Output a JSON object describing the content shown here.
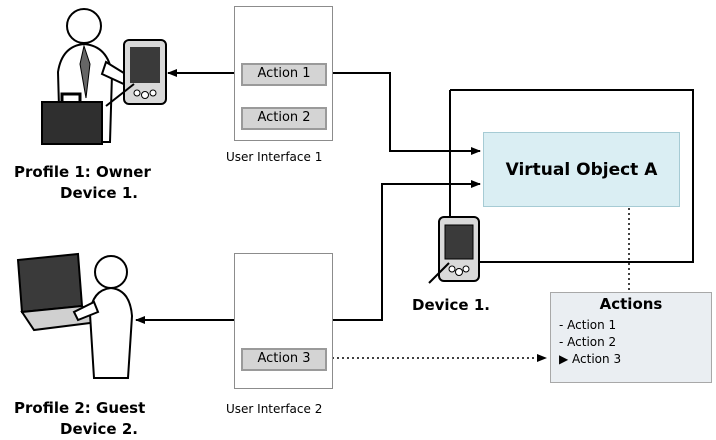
{
  "interface1": {
    "caption": "User Interface 1",
    "action1": "Action 1",
    "action2": "Action 2"
  },
  "interface2": {
    "caption": "User Interface 2",
    "action3": "Action 3"
  },
  "virtual_object": {
    "label": "Virtual Object A"
  },
  "actions_box": {
    "title": "Actions",
    "items": [
      "- Action 1",
      "- Action 2",
      "▶ Action 3"
    ]
  },
  "device1_label": "Device 1.",
  "profile1": {
    "line1": "Profile 1: Owner",
    "line2": "Device 1."
  },
  "profile2": {
    "line1": "Profile 2: Guest",
    "line2": "Device 2."
  },
  "colors": {
    "virtual_object_fill": "#daeef3",
    "actions_fill": "#eaeef2",
    "button_fill": "#d4d4d4"
  },
  "icons": [
    "owner-with-pda-icon",
    "guest-with-laptop-icon",
    "pda-device-icon"
  ]
}
